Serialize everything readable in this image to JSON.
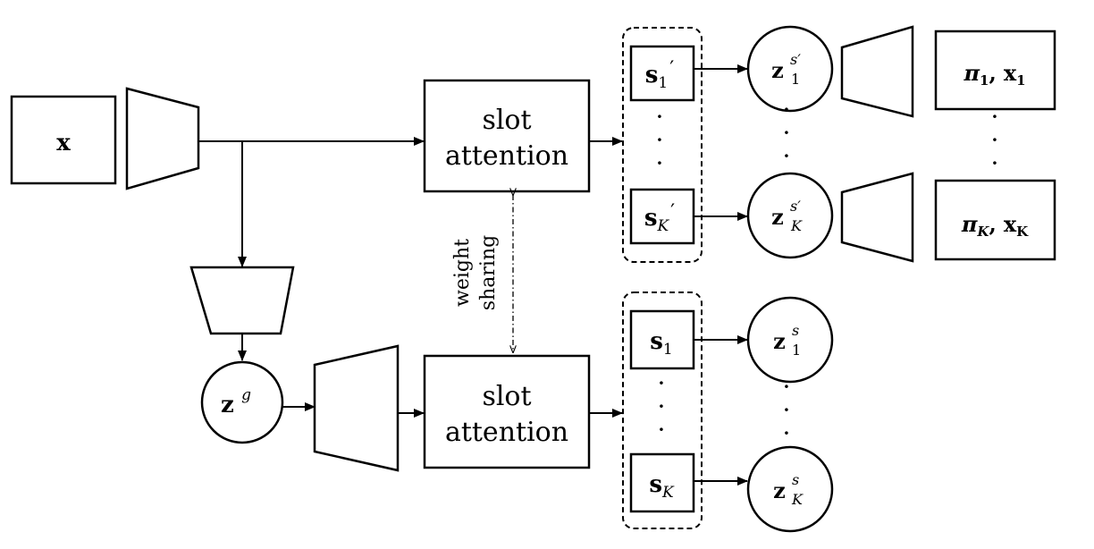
{
  "input": {
    "symbol": "x"
  },
  "slot_attention": {
    "line1": "slot",
    "line2": "attention"
  },
  "weight_sharing": {
    "line1": "weight",
    "line2": "sharing"
  },
  "global_latent": {
    "base": "z",
    "sup": "g"
  },
  "top_slots": [
    {
      "base": "s",
      "sub": "1",
      "prime": "′"
    },
    {
      "base": "s",
      "sub": "K",
      "prime": "′"
    }
  ],
  "bottom_slots": [
    {
      "base": "s",
      "sub": "1"
    },
    {
      "base": "s",
      "sub": "K"
    }
  ],
  "top_latents": [
    {
      "base": "z",
      "sub": "1",
      "sup": "s′"
    },
    {
      "base": "z",
      "sub": "K",
      "sup": "s′"
    }
  ],
  "bottom_latents": [
    {
      "base": "z",
      "sub": "1",
      "sup": "s"
    },
    {
      "base": "z",
      "sub": "K",
      "sup": "s"
    }
  ],
  "outputs": [
    {
      "pi": "π",
      "pi_sub": "1",
      "sep": ",",
      "x": "x",
      "x_sub": "1"
    },
    {
      "pi": "π",
      "pi_sub": "K",
      "sep": ",",
      "x": "x",
      "x_sub": "K"
    }
  ],
  "ellipsis": "·"
}
